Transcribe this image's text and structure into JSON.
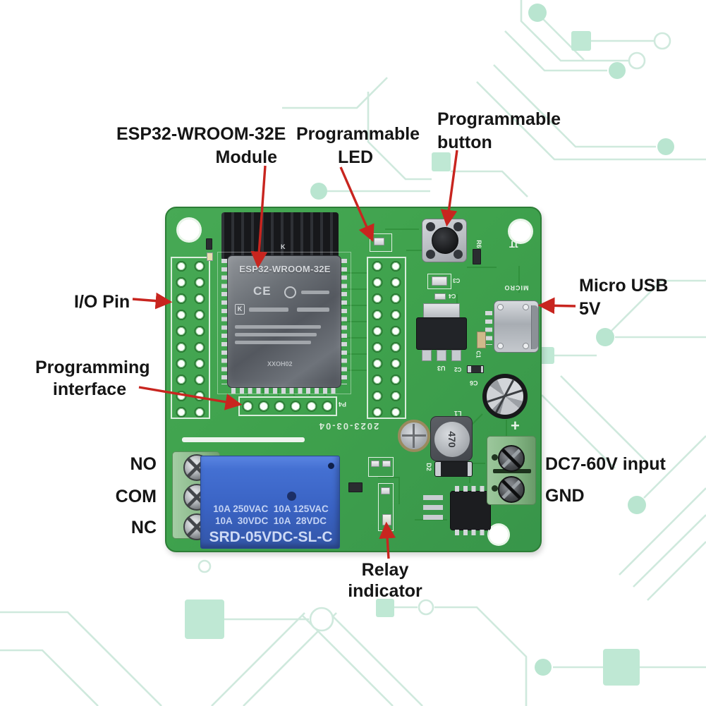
{
  "labels": {
    "module": {
      "l1": "ESP32-WROOM-32E",
      "l2": "Module"
    },
    "led": {
      "l1": "Programmable",
      "l2": "LED"
    },
    "button": {
      "l1": "Programmable",
      "l2": "button"
    },
    "usb": {
      "l1": "Micro USB",
      "l2": "5V"
    },
    "io_pin": {
      "l1": "I/O Pin"
    },
    "programming": {
      "l1": "Programming",
      "l2": "interface"
    },
    "relay_no": {
      "l1": "NO"
    },
    "relay_com": {
      "l1": "COM"
    },
    "relay_nc": {
      "l1": "NC"
    },
    "dc_input": {
      "l1": "DC7-60V input"
    },
    "gnd": {
      "l1": "GND"
    },
    "relay_indicator": {
      "l1": "Relay",
      "l2": "indicator"
    }
  },
  "board": {
    "date_code": "2023-03-04",
    "corner_mark": "JT",
    "inductor_value": "470",
    "silkscreen": {
      "micro": "MICRO",
      "plus": "+",
      "p4": "P4",
      "r6": "R6",
      "u3": "U3",
      "c1": "C1",
      "c2": "C2",
      "c3": "C3",
      "c4": "C4",
      "c6": "C6",
      "l1": "L1",
      "d2": "D2"
    },
    "esp_module": {
      "name": "ESP32-WROOM-32E",
      "ce_mark": "CE",
      "kc_mark": "K",
      "antenna_mark": "K",
      "code": "XXOH02"
    },
    "relay": {
      "l1": "10A 250VAC  10A 125VAC",
      "l2": "10A  30VDC  10A  28VDC",
      "l3": "SRD-05VDC-SL-C"
    }
  },
  "colors": {
    "arrow_red": "#c8251f",
    "pcb_green": "#3fa24d",
    "relay_blue": "#3e63c4",
    "terminal_green": "#8cba8c",
    "trace_teal": "#cfe9dd"
  }
}
